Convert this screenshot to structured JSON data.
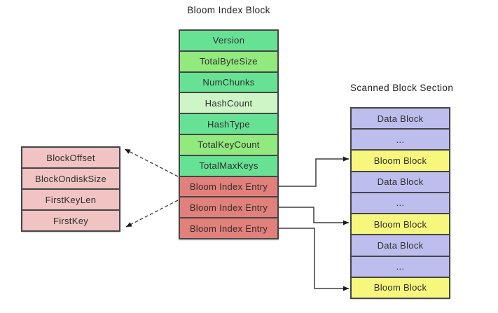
{
  "palette": {
    "green": "#67e295",
    "lime": "#92e97e",
    "pale": "#cdf5c6",
    "salmon": "#e2807b",
    "pink": "#f1c3c3",
    "lavender": "#bebeee",
    "yellow": "#f7f77e",
    "border": "#454545",
    "text": "#2e2e2e"
  },
  "bloom_index": {
    "title": "Bloom Index Block",
    "rows": [
      "Version",
      "TotalByteSize",
      "NumChunks",
      "HashCount",
      "HashType",
      "TotalKeyCount",
      "TotalMaxKeys",
      "Bloom Index Entry",
      "Bloom Index Entry",
      "Bloom Index Entry"
    ]
  },
  "entry_fields": {
    "rows": [
      "BlockOffset",
      "BlockOndiskSize",
      "FirstKeyLen",
      "FirstKey"
    ]
  },
  "scanned_section": {
    "title": "Scanned Block Section",
    "rows": [
      "Data Block",
      "...",
      "Bloom Block",
      "Data Block",
      "...",
      "Bloom Block",
      "Data Block",
      "...",
      "Bloom Block"
    ]
  }
}
